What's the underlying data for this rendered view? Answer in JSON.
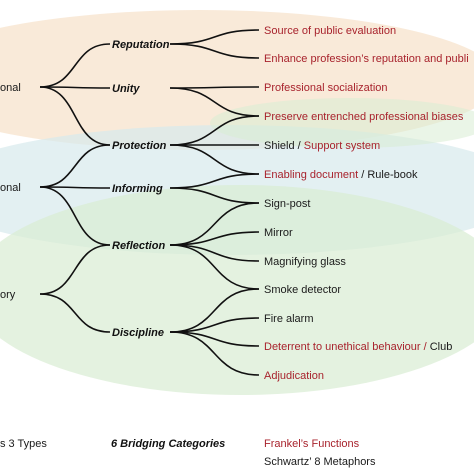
{
  "left_types": [
    "onal",
    "onal",
    "ory"
  ],
  "bridging_categories": [
    "Reputation",
    "Unity",
    "Protection",
    "Informing",
    "Reflection",
    "Discipline"
  ],
  "outcomes": [
    {
      "parts": [
        {
          "text": "Source of public evaluation",
          "kind": "function"
        }
      ]
    },
    {
      "parts": [
        {
          "text": "Enhance profession’s reputation and publi",
          "kind": "function"
        }
      ]
    },
    {
      "parts": [
        {
          "text": "Professional socialization",
          "kind": "function"
        }
      ]
    },
    {
      "parts": [
        {
          "text": "Preserve entrenched professional biases",
          "kind": "function"
        }
      ]
    },
    {
      "parts": [
        {
          "text": "Shield",
          "kind": "metaphor"
        },
        {
          "text": " / ",
          "kind": "metaphor"
        },
        {
          "text": "Support system",
          "kind": "function"
        }
      ]
    },
    {
      "parts": [
        {
          "text": "Enabling document",
          "kind": "function"
        },
        {
          "text": " / ",
          "kind": "metaphor"
        },
        {
          "text": "Rule-book",
          "kind": "metaphor"
        }
      ]
    },
    {
      "parts": [
        {
          "text": "Sign-post",
          "kind": "metaphor"
        }
      ]
    },
    {
      "parts": [
        {
          "text": "Mirror",
          "kind": "metaphor"
        }
      ]
    },
    {
      "parts": [
        {
          "text": "Magnifying glass",
          "kind": "metaphor"
        }
      ]
    },
    {
      "parts": [
        {
          "text": "Smoke detector",
          "kind": "metaphor"
        }
      ]
    },
    {
      "parts": [
        {
          "text": "Fire alarm",
          "kind": "metaphor"
        }
      ]
    },
    {
      "parts": [
        {
          "text": "Deterrent to unethical behaviour",
          "kind": "function"
        },
        {
          "text": " / ",
          "kind": "function"
        },
        {
          "text": "Club",
          "kind": "metaphor"
        }
      ]
    },
    {
      "parts": [
        {
          "text": "Adjudication",
          "kind": "function"
        }
      ]
    }
  ],
  "links_left_to_mid": [
    [
      0,
      0
    ],
    [
      0,
      1
    ],
    [
      0,
      2
    ],
    [
      1,
      2
    ],
    [
      1,
      3
    ],
    [
      1,
      4
    ],
    [
      2,
      4
    ],
    [
      2,
      5
    ]
  ],
  "links_mid_to_right": [
    [
      0,
      0
    ],
    [
      0,
      1
    ],
    [
      1,
      2
    ],
    [
      1,
      3
    ],
    [
      2,
      3
    ],
    [
      2,
      4
    ],
    [
      2,
      5
    ],
    [
      3,
      5
    ],
    [
      3,
      6
    ],
    [
      4,
      6
    ],
    [
      4,
      7
    ],
    [
      4,
      8
    ],
    [
      4,
      9
    ],
    [
      5,
      9
    ],
    [
      5,
      10
    ],
    [
      5,
      11
    ],
    [
      5,
      12
    ]
  ],
  "legend": {
    "types": "s 3 Types",
    "bridging": "6 Bridging Categories",
    "frankel": "Frankel’s  Functions",
    "schwartz": "Schwartz’ 8 Metaphors"
  },
  "colors": {
    "function_text": "#a8232d",
    "metaphor_text": "#1a1a1a",
    "band_orange": "#f7e3cc",
    "band_blue": "#d7e9ec",
    "band_green": "#d9ecd3"
  }
}
